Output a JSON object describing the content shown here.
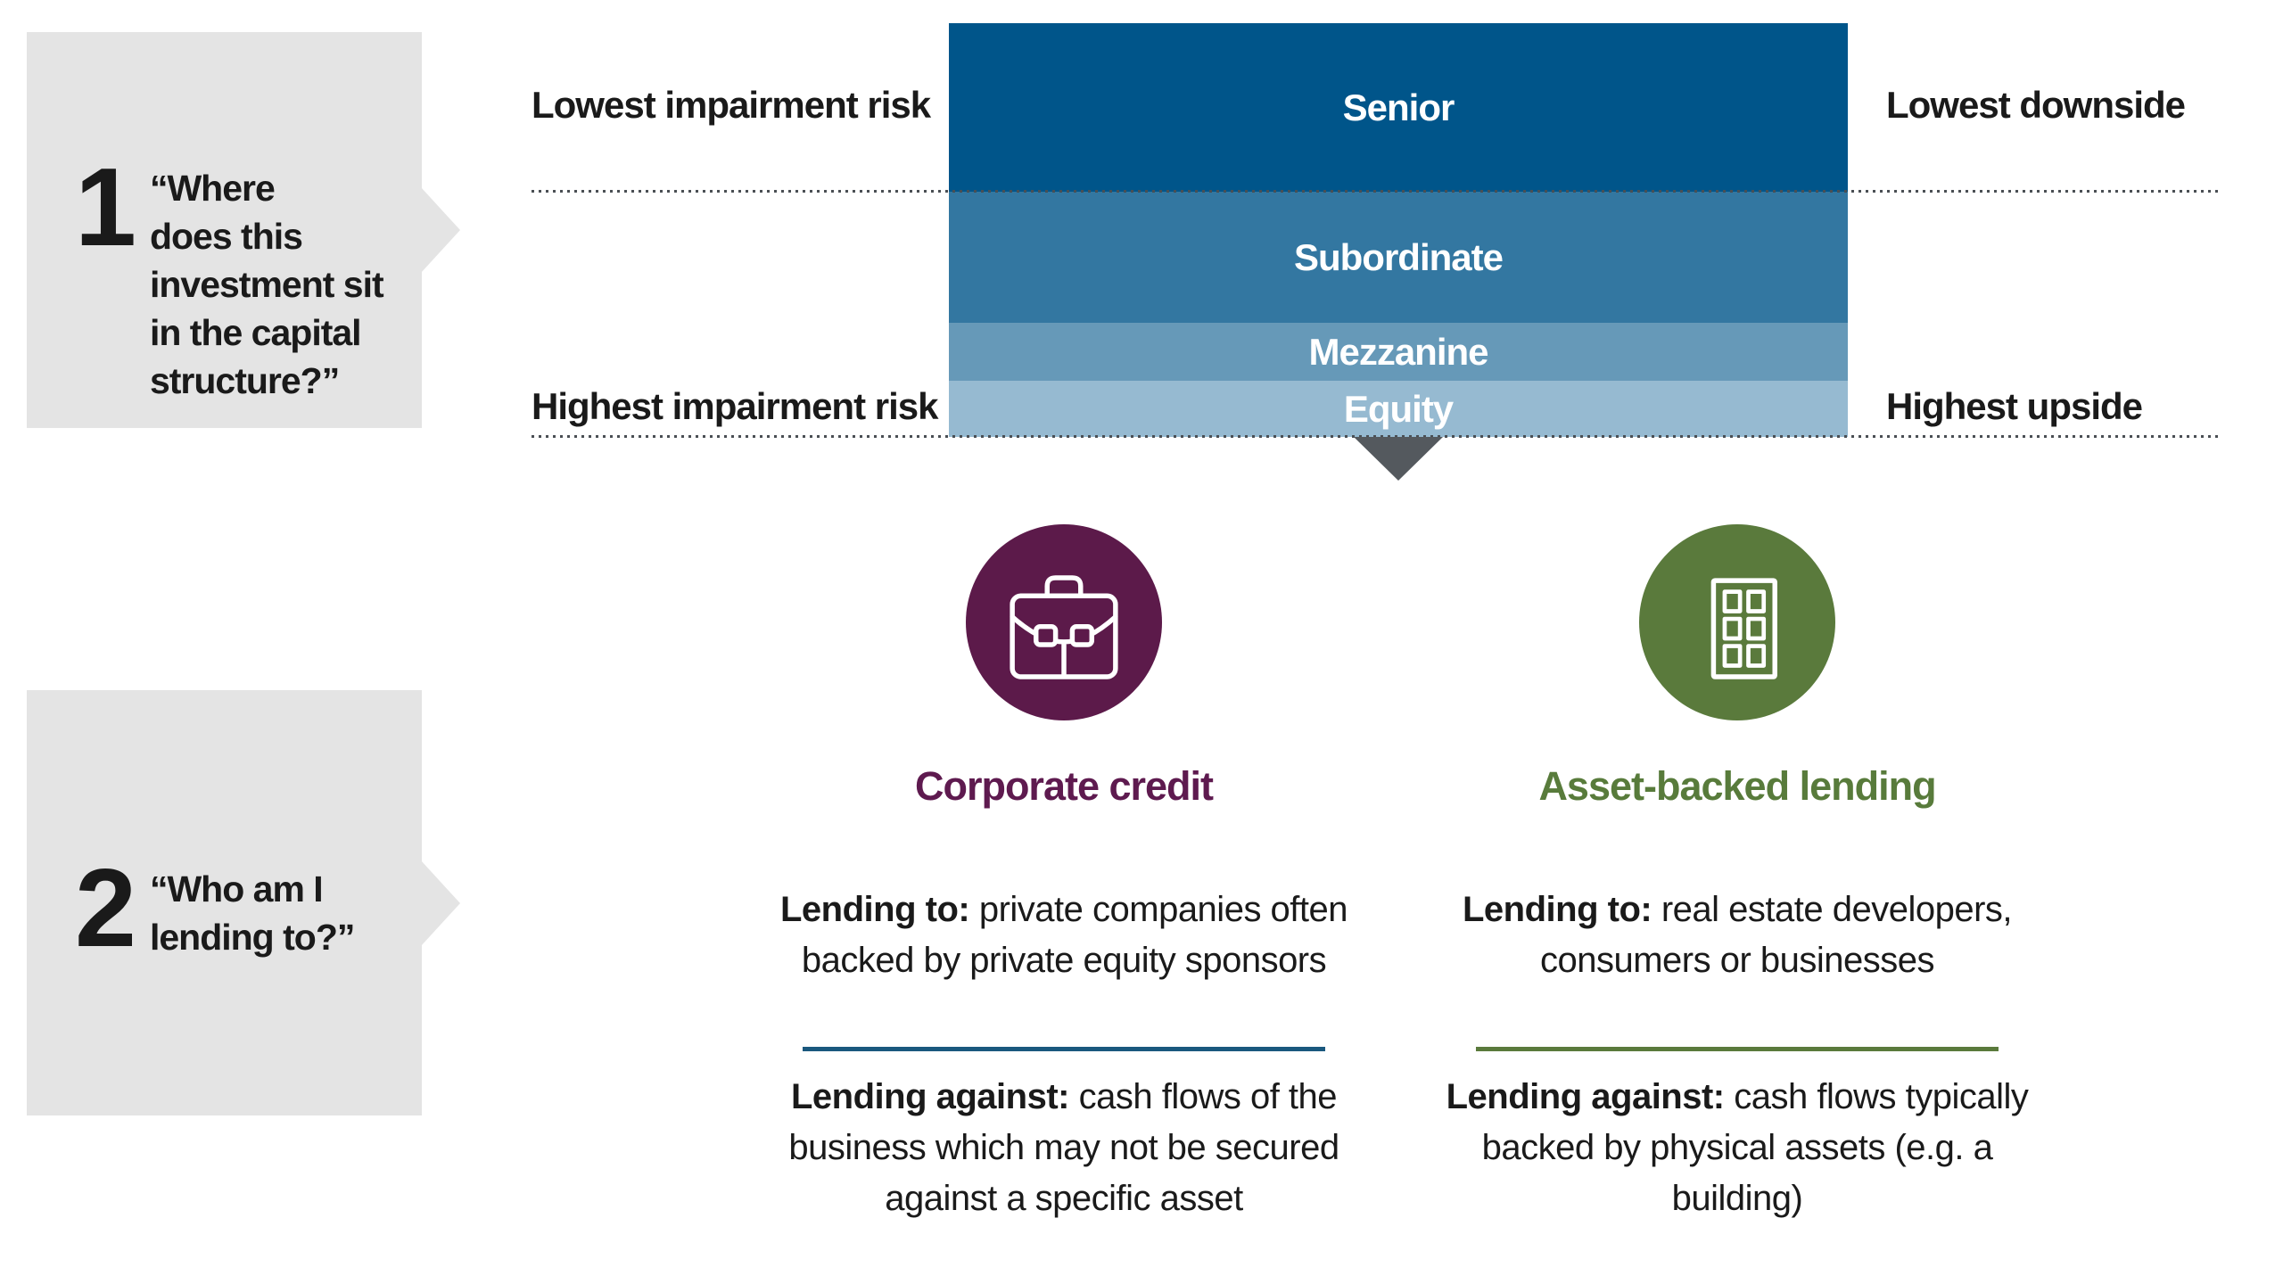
{
  "palette": {
    "senior": "#00558a",
    "subordinate": "#3377a1",
    "mezzanine": "#6699b8",
    "equity": "#96bad1",
    "brand_purple": "#5c1a4a",
    "brand_green": "#5a7a3c",
    "divider_blue": "#1a587e",
    "question_box_gray": "#e4e4e4",
    "pointer_gray": "#54595e"
  },
  "questions": [
    {
      "number": "1",
      "text": "“Where\ndoes this\ninvestment sit\nin the capital\nstructure?”"
    },
    {
      "number": "2",
      "text": "“Who am I\nlending to?”"
    }
  ],
  "capital_stack": {
    "segments": [
      {
        "label": "Senior"
      },
      {
        "label": "Subordinate"
      },
      {
        "label": "Mezzanine"
      },
      {
        "label": "Equity"
      }
    ],
    "left_top_label": "Lowest impairment risk",
    "left_bottom_label": "Highest impairment risk",
    "right_top_label": "Lowest downside",
    "right_bottom_label": "Highest upside"
  },
  "columns": [
    {
      "title": "Corporate credit",
      "icon": "briefcase-icon",
      "lending_to_label": "Lending to:",
      "lending_to_text": "private companies often\nbacked by private equity sponsors",
      "lending_against_label": "Lending against:",
      "lending_against_text": "cash flows of the\nbusiness which may not be secured\nagainst a specific asset"
    },
    {
      "title": "Asset-backed lending",
      "icon": "building-icon",
      "lending_to_label": "Lending to:",
      "lending_to_text": "real estate developers,\nconsumers or businesses",
      "lending_against_label": "Lending against:",
      "lending_against_text": "cash flows typically\nbacked by physical assets (e.g. a building)"
    }
  ]
}
